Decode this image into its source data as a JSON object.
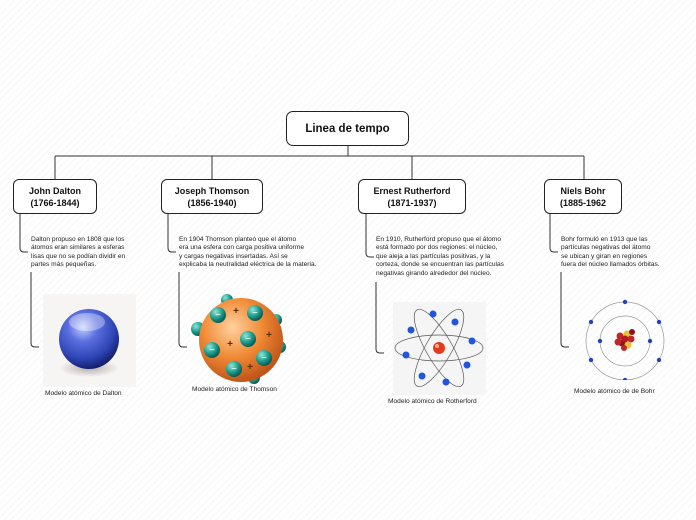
{
  "root": {
    "title": "Linea de tempo"
  },
  "scientists": [
    {
      "name": "John Dalton",
      "years": "(1766-1844)",
      "description": "Dalton propuso en 1808 que los\n átomos eran similares a esferas\n lisas que no se podían dividir  en\n partes más pequeñas.",
      "caption": "Modelo atómico de Dalton"
    },
    {
      "name": "Joseph Thomson",
      "years": "(1856-1940)",
      "description": "En 1904 Thomson planteó que el átomo\n era una esfera con carga positiva uniforme\n y cargas negativas insertadas. Así se\n explicaba la neutralidad eléctrica de la materia.",
      "caption": "Modelo atómico de Thomson"
    },
    {
      "name": "Ernest Rutherford",
      "years": "(1871-1937)",
      "description": "En 1910, Rutherford propuso que el átomo\n está formado por dos regiones: el núcleo,\n que aleja a las partículas positivas, y la\n corteza, donde se encuentran las partículas\n negativas girando alrededor del núcleo.",
      "caption": "Modelo atómico de Rotherford"
    },
    {
      "name": "Niels Bohr",
      "years": "(1885-1962",
      "description": "Bohr formuló en 1913 que las\n partículas negativas del átomo\n se ubican y giran en regiones\n fuera del núcleo llamados órbitas.",
      "caption": "Modelo atómico de de Bohr"
    }
  ],
  "images": {
    "dalton": "blue-sphere-model-image",
    "thomson": "plum-pudding-model-image",
    "rutherford": "nuclear-orbit-model-image",
    "bohr": "bohr-shell-model-image"
  },
  "colors": {
    "line": "#333333",
    "dalton_sphere": "#2f45b5",
    "thomson_body": "#f08a34",
    "thomson_electron": "#1a9a8a",
    "rutherford_nucleus": "#e63a1e",
    "rutherford_electron": "#2255dd",
    "bohr_proton": "#c0262a",
    "bohr_electron": "#2244bb"
  }
}
